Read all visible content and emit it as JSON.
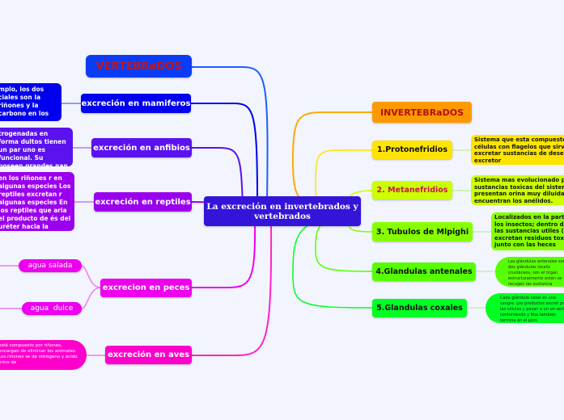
{
  "central": "La excreción en invertebrados y vertebrados",
  "vertebrados": {
    "title": "VERTEBRaDOS",
    "nodes": [
      {
        "label": "excreción en mamiferos",
        "detail": "mplo, los dos ciales son la riñones y la carbono en los"
      },
      {
        "label": "excreción en anfibios",
        "detail": "trogenadas en forma dultos tienen un par uno es funcional. Su poseen grandes nan agua urea y sales."
      },
      {
        "label": "excreción en reptiles",
        "detail": "en los riñones r en algunas especies Los reptiles excretan r algunas especies En los reptiles que aria el producto de és del uréter hacia la"
      },
      {
        "label": "excrecion en peces",
        "children": [
          "agua salada",
          "agua  dulce"
        ]
      },
      {
        "label": "excreción en aves",
        "detail": "está compuesto por riñones, encargan de eliminar los animales. Los riñones se de nitrógeno y ácido úrico de"
      }
    ]
  },
  "invertebrados": {
    "title": "INVERTEBRaDOS",
    "nodes": [
      {
        "label": "1.Protonefridios",
        "detail": "Sistema que esta compuesto células con flagelos que sirv excretar sustancias de desec excretor"
      },
      {
        "label": "2. Metanefridios",
        "detail": "Sistema mas evolucionado p sustancias toxicas del sistem presentan orina muy diluida encuentran los anélidos."
      },
      {
        "label": "3. Tubulos de Mlpighi",
        "detail": "Localizados en la part los insectos; dentro d las sustancias utiles ( excretan residuos tox junto con las heces"
      },
      {
        "label": "4.Glandulas antenales",
        "detail": "Las glándulas antenales son dos glándulas localiz crustáceos, son el órgan estructuralmente están se recogen las sustancia"
      },
      {
        "label": "5.Glandulas coxales",
        "detail": "Cada glándula coxal es una sangre. Los productos excret por las células y pasan a un un sector contorneado y fina también termina en el poro"
      }
    ]
  },
  "colors": {
    "mamiferos": "#0000ee",
    "anfibios": "#5b12ee",
    "reptiles": "#9a00ee",
    "peces": "#ee00ee",
    "aves": "#ff00cc",
    "proto": "#ffe400",
    "meta": "#ccff00",
    "tubulos": "#88ff00",
    "antenales": "#55ff00",
    "coxales": "#00ff22"
  }
}
